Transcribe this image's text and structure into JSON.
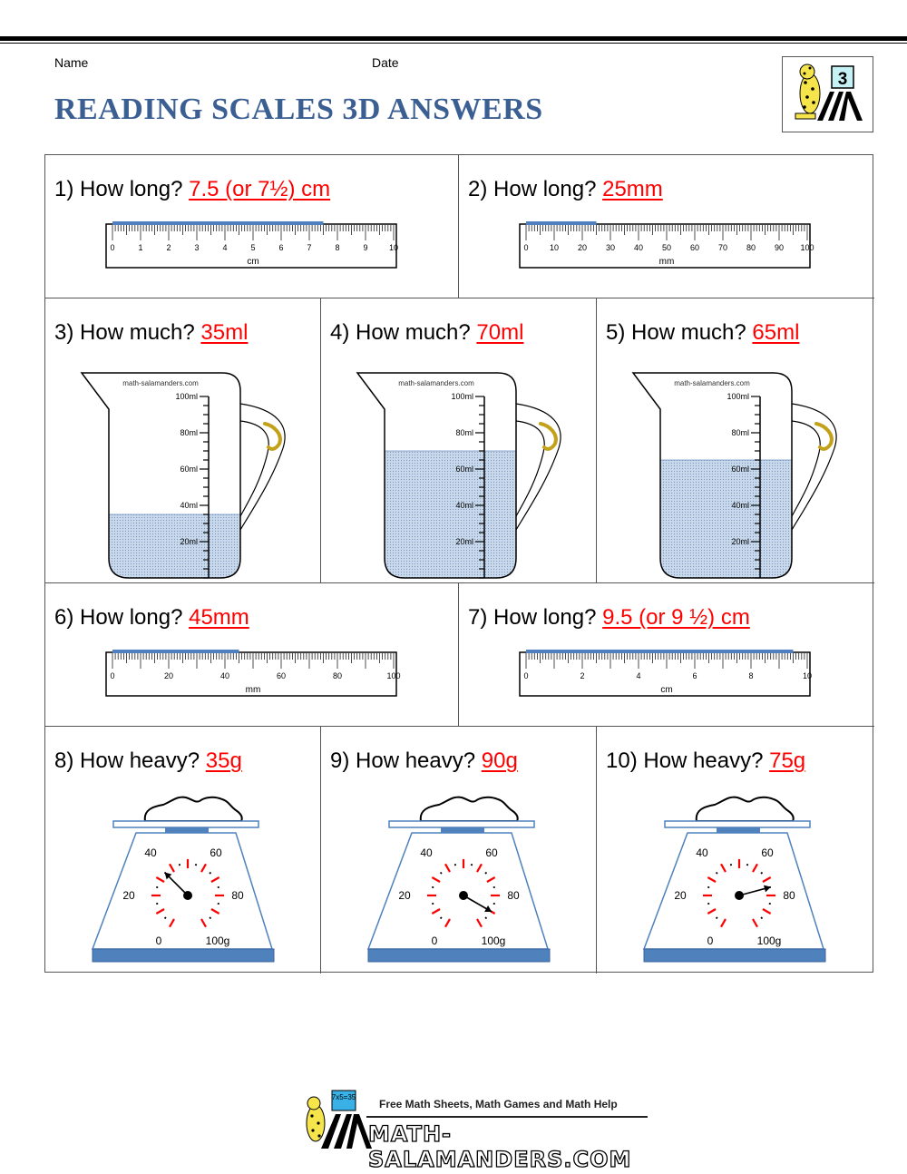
{
  "header": {
    "name_label": "Name",
    "date_label": "Date",
    "title": "READING SCALES 3D ANSWERS",
    "logo_digit": "3"
  },
  "colors": {
    "title": "#3b5f93",
    "answer": "#ff0000",
    "measure_bar": "#4f7fbf",
    "liquid": "#c9d9ec",
    "scale_blue": "#4f81bd",
    "dial_red": "#ff0000"
  },
  "questions": [
    {
      "num": "1)",
      "prompt": "How long?",
      "answer": "7.5 (or 7½) cm",
      "type": "ruler",
      "unit": "cm",
      "ticks": [
        "0",
        "1",
        "2",
        "3",
        "4",
        "5",
        "6",
        "7",
        "8",
        "9",
        "10"
      ],
      "value": 7.5,
      "max": 10
    },
    {
      "num": "2)",
      "prompt": "How long?",
      "answer": "25mm",
      "type": "ruler",
      "unit": "mm",
      "ticks": [
        "0",
        "10",
        "20",
        "30",
        "40",
        "50",
        "60",
        "70",
        "80",
        "90",
        "100"
      ],
      "value": 25,
      "max": 100
    },
    {
      "num": "3)",
      "prompt": "How much?",
      "answer": "35ml",
      "type": "jug",
      "value": 35,
      "site": "math-salamanders.com",
      "labels": [
        "100ml",
        "80ml",
        "60ml",
        "40ml",
        "20ml"
      ]
    },
    {
      "num": "4)",
      "prompt": "How much?",
      "answer": "70ml",
      "type": "jug",
      "value": 70,
      "site": "math-salamanders.com",
      "labels": [
        "100ml",
        "80ml",
        "60ml",
        "40ml",
        "20ml"
      ]
    },
    {
      "num": "5)",
      "prompt": "How much?",
      "answer": "65ml",
      "type": "jug",
      "value": 65,
      "site": "math-salamanders.com",
      "labels": [
        "100ml",
        "80ml",
        "60ml",
        "40ml",
        "20ml"
      ]
    },
    {
      "num": "6)",
      "prompt": "How long?",
      "answer": "45mm",
      "type": "ruler",
      "unit": "mm",
      "ticks": [
        "0",
        "20",
        "40",
        "60",
        "80",
        "100"
      ],
      "value": 45,
      "max": 100
    },
    {
      "num": "7)",
      "prompt": "How long?",
      "answer": "9.5 (or 9 ½) cm",
      "type": "ruler",
      "unit": "cm",
      "ticks": [
        "0",
        "2",
        "4",
        "6",
        "8",
        "10"
      ],
      "value": 9.5,
      "max": 10
    },
    {
      "num": "8)",
      "prompt": "How heavy?",
      "answer": "35g",
      "type": "scale",
      "value": 35,
      "labels": [
        "0",
        "20",
        "40",
        "60",
        "80",
        "100g"
      ]
    },
    {
      "num": "9)",
      "prompt": "How heavy?",
      "answer": "90g",
      "type": "scale",
      "value": 90,
      "labels": [
        "0",
        "20",
        "40",
        "60",
        "80",
        "100g"
      ]
    },
    {
      "num": "10)",
      "prompt": "How heavy?",
      "answer": "75g",
      "type": "scale",
      "value": 75,
      "labels": [
        "0",
        "20",
        "40",
        "60",
        "80",
        "100g"
      ]
    }
  ],
  "footer": {
    "tagline": "Free Math Sheets, Math Games and Math Help",
    "brand": "MATH-SALAMANDERS.COM",
    "board_text": "7x5=35"
  }
}
